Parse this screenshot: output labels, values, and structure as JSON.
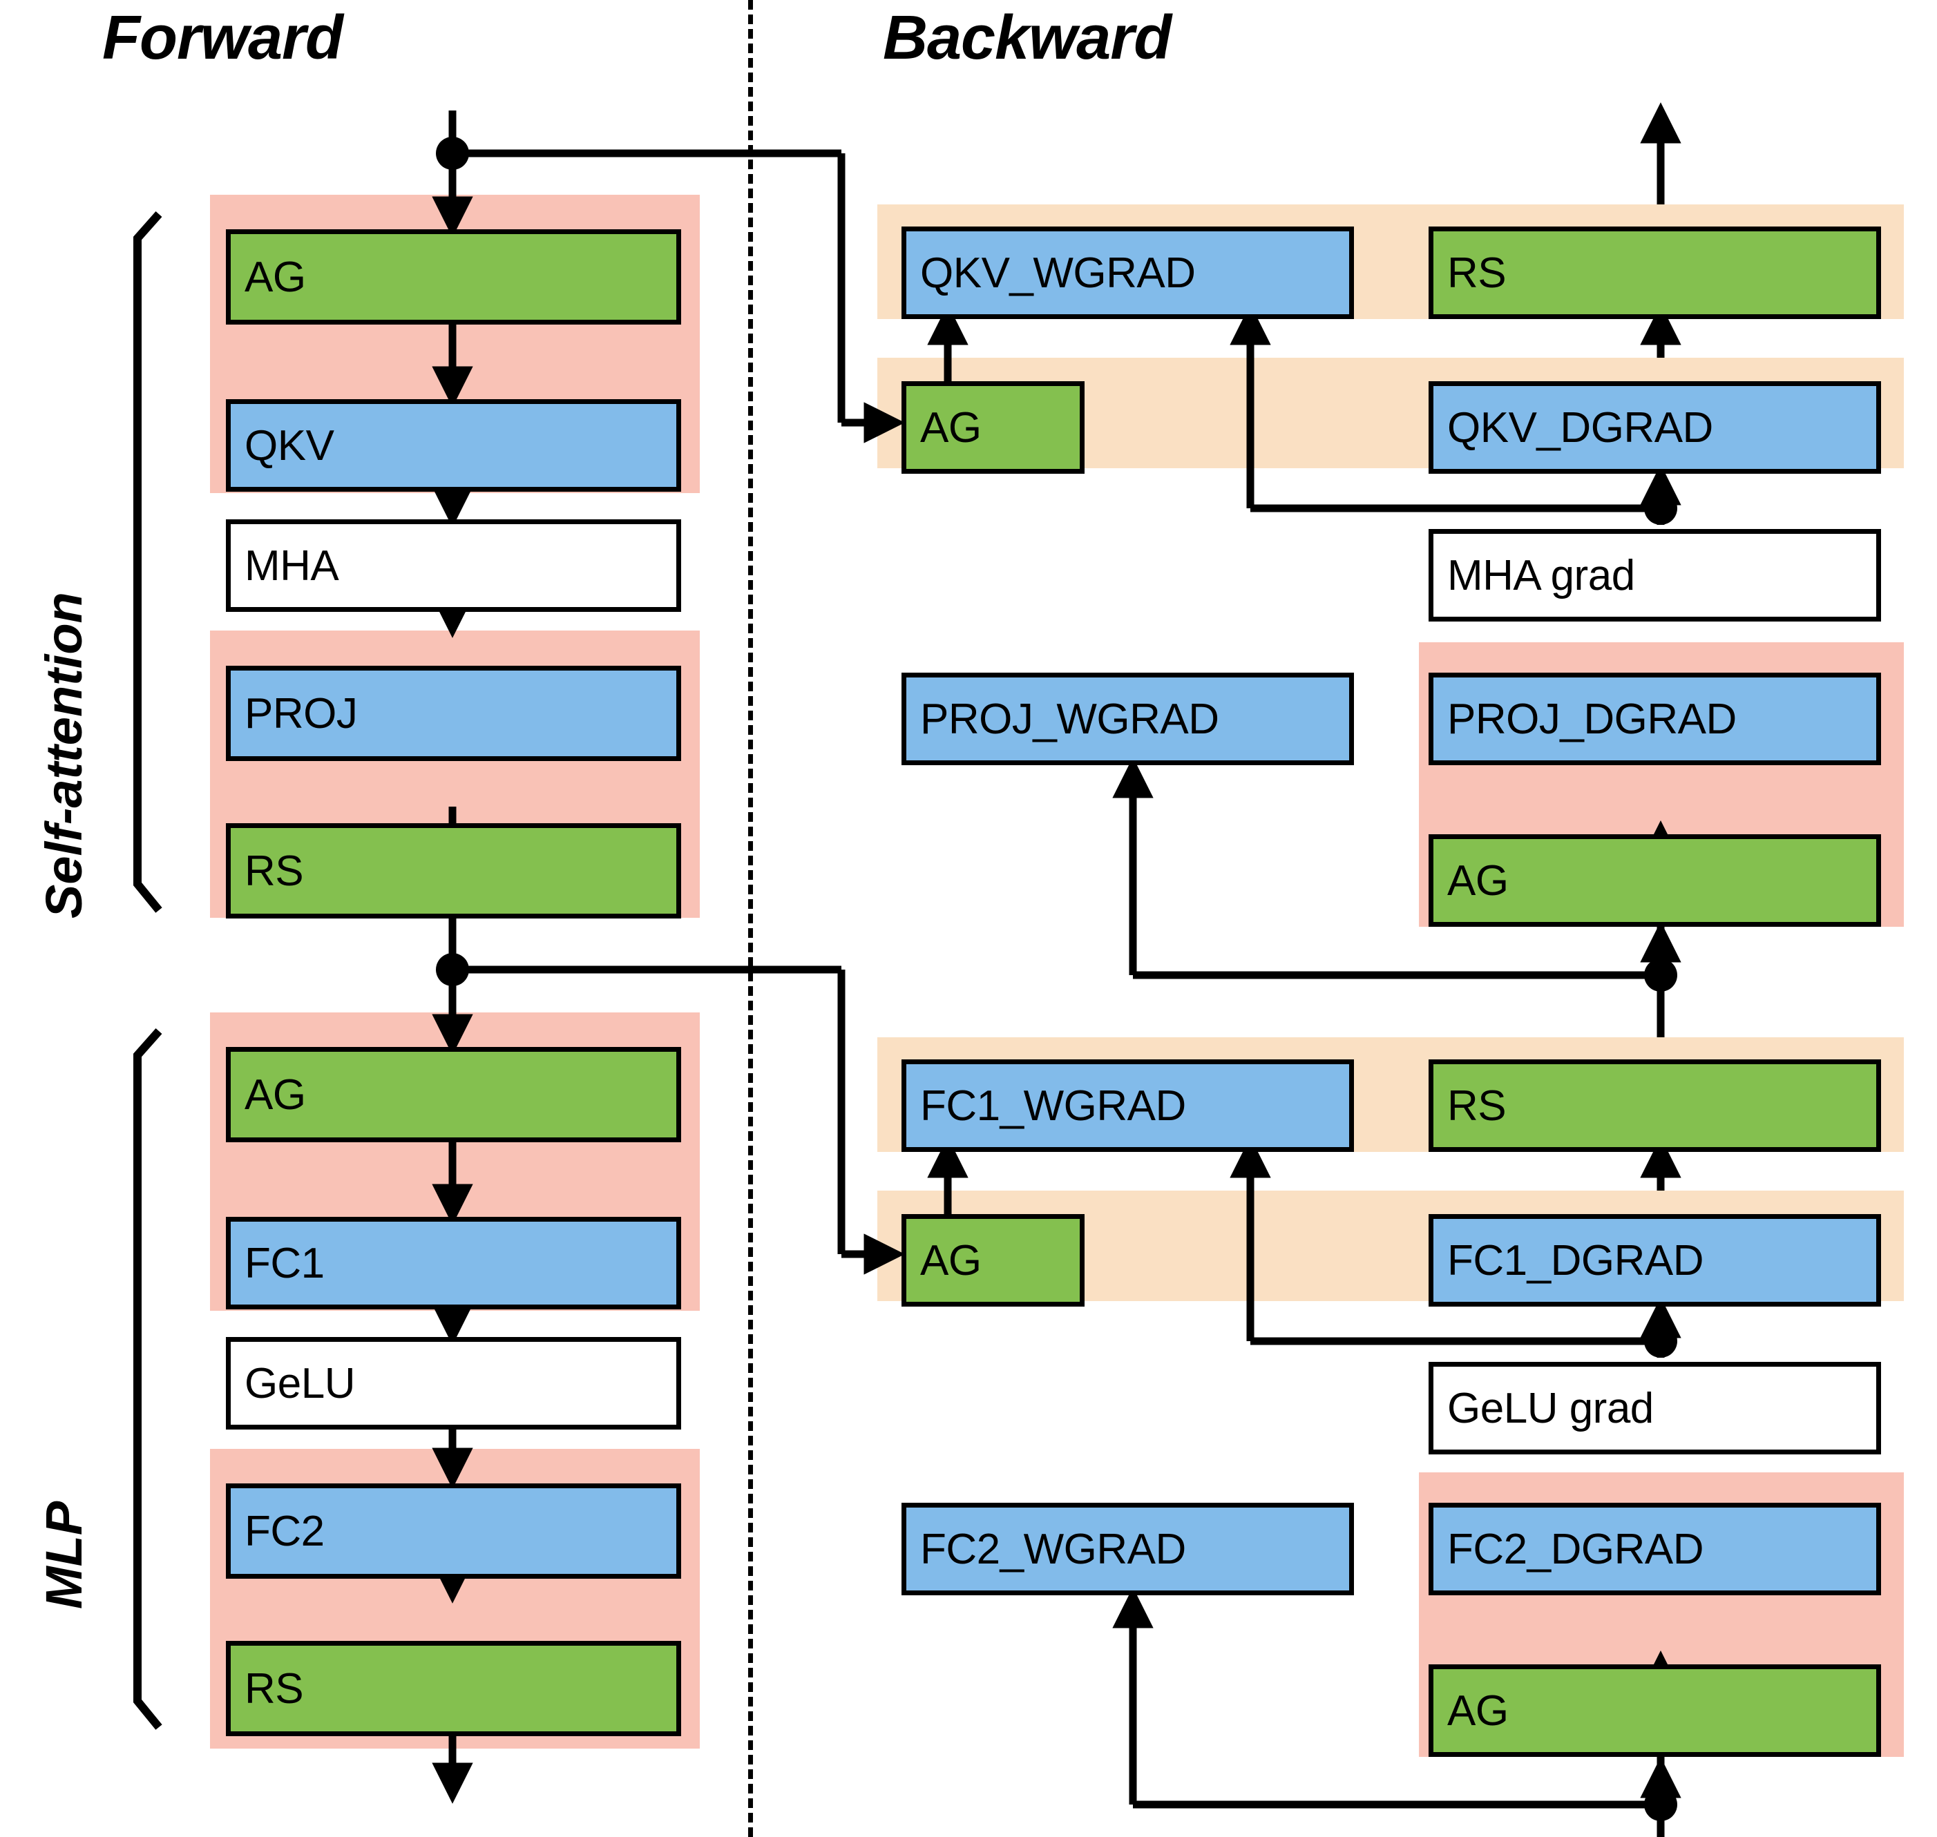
{
  "diagram": {
    "title_forward": "Forward",
    "title_backward": "Backward",
    "group_labels": {
      "self_attention": "Self-attention",
      "mlp": "MLP"
    },
    "colors": {
      "green_node": "#84c04f",
      "blue_node": "#82bbea",
      "white_node": "#ffffff",
      "pink_band": "#f9c2b6",
      "orange_band": "#fae0c3",
      "stroke": "#000000"
    },
    "forward_nodes": [
      {
        "label": "AG",
        "kind": "green"
      },
      {
        "label": "QKV",
        "kind": "blue"
      },
      {
        "label": "MHA",
        "kind": "white"
      },
      {
        "label": "PROJ",
        "kind": "blue"
      },
      {
        "label": "RS",
        "kind": "green"
      },
      {
        "label": "AG",
        "kind": "green"
      },
      {
        "label": "FC1",
        "kind": "blue"
      },
      {
        "label": "GeLU",
        "kind": "white"
      },
      {
        "label": "FC2",
        "kind": "blue"
      },
      {
        "label": "RS",
        "kind": "green"
      }
    ],
    "backward_nodes": [
      {
        "label": "QKV_WGRAD",
        "kind": "blue"
      },
      {
        "label": "RS",
        "kind": "green"
      },
      {
        "label": "AG",
        "kind": "green"
      },
      {
        "label": "QKV_DGRAD",
        "kind": "blue"
      },
      {
        "label": "MHA grad",
        "kind": "white"
      },
      {
        "label": "PROJ_WGRAD",
        "kind": "blue"
      },
      {
        "label": "PROJ_DGRAD",
        "kind": "blue"
      },
      {
        "label": "AG",
        "kind": "green"
      },
      {
        "label": "FC1_WGRAD",
        "kind": "blue"
      },
      {
        "label": "RS",
        "kind": "green"
      },
      {
        "label": "AG",
        "kind": "green"
      },
      {
        "label": "FC1_DGRAD",
        "kind": "blue"
      },
      {
        "label": "GeLU grad",
        "kind": "white"
      },
      {
        "label": "FC2_WGRAD",
        "kind": "blue"
      },
      {
        "label": "FC2_DGRAD",
        "kind": "blue"
      },
      {
        "label": "AG",
        "kind": "green"
      }
    ]
  }
}
